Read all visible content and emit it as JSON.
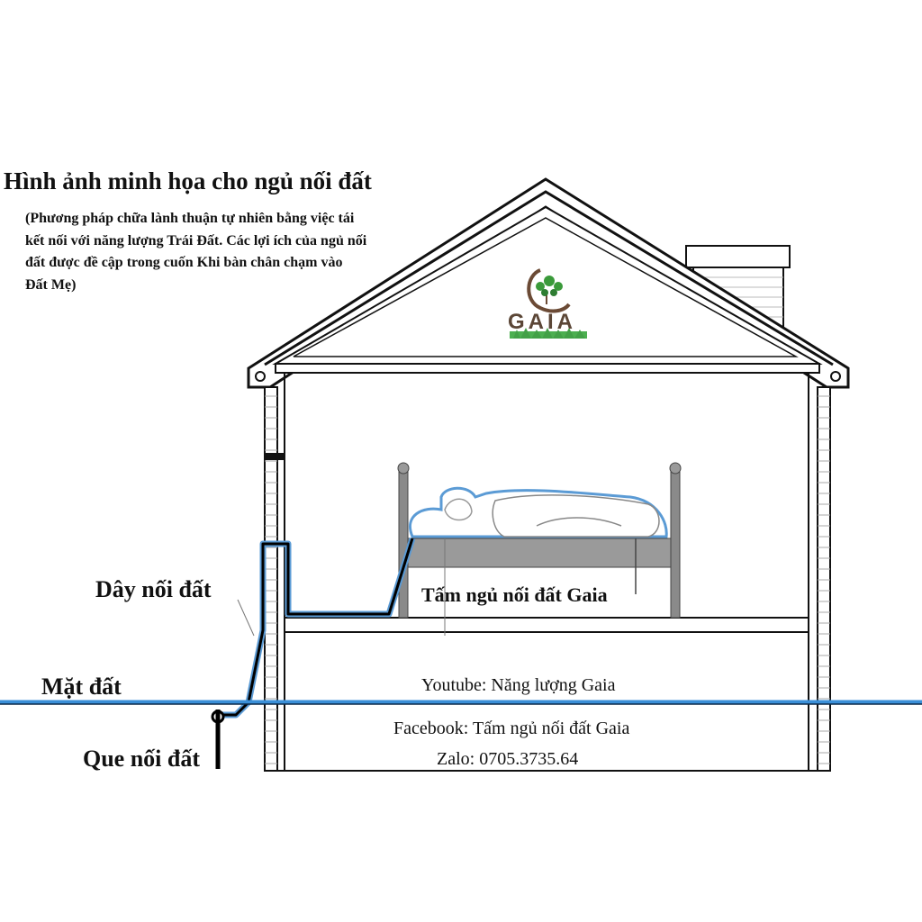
{
  "heading": {
    "title": "Hình ảnh minh họa cho ngủ nối đất",
    "subtitle": "(Phương pháp chữa lành thuận tự nhiên bằng việc tái kết nối với năng lượng Trái Đất. Các lợi ích của ngủ nối đất được đề cập trong cuốn Khi bàn chân chạm vào Đất Mẹ)"
  },
  "labels": {
    "ground_wire": "Dây nối đất",
    "ground_surface": "Mặt đất",
    "ground_rod": "Que nối đất",
    "sleep_mat": "Tấm ngủ nối đất Gaia"
  },
  "contact": {
    "youtube": "Youtube: Năng lượng Gaia",
    "facebook": "Facebook: Tấm ngủ nối đất Gaia",
    "zalo": "Zalo: 0705.3735.64"
  },
  "logo": {
    "text": "GAIA",
    "colors": {
      "brown": "#6b4a35",
      "green": "#3a9a3a",
      "grass": "#4caf50"
    }
  },
  "colors": {
    "outline": "#111111",
    "wire": "#000000",
    "wire_glow": "#5b9bd5",
    "ground_line": "#3a8fd8",
    "bed_frame": "#8a8a8a",
    "mat": "#9a9a9a"
  }
}
